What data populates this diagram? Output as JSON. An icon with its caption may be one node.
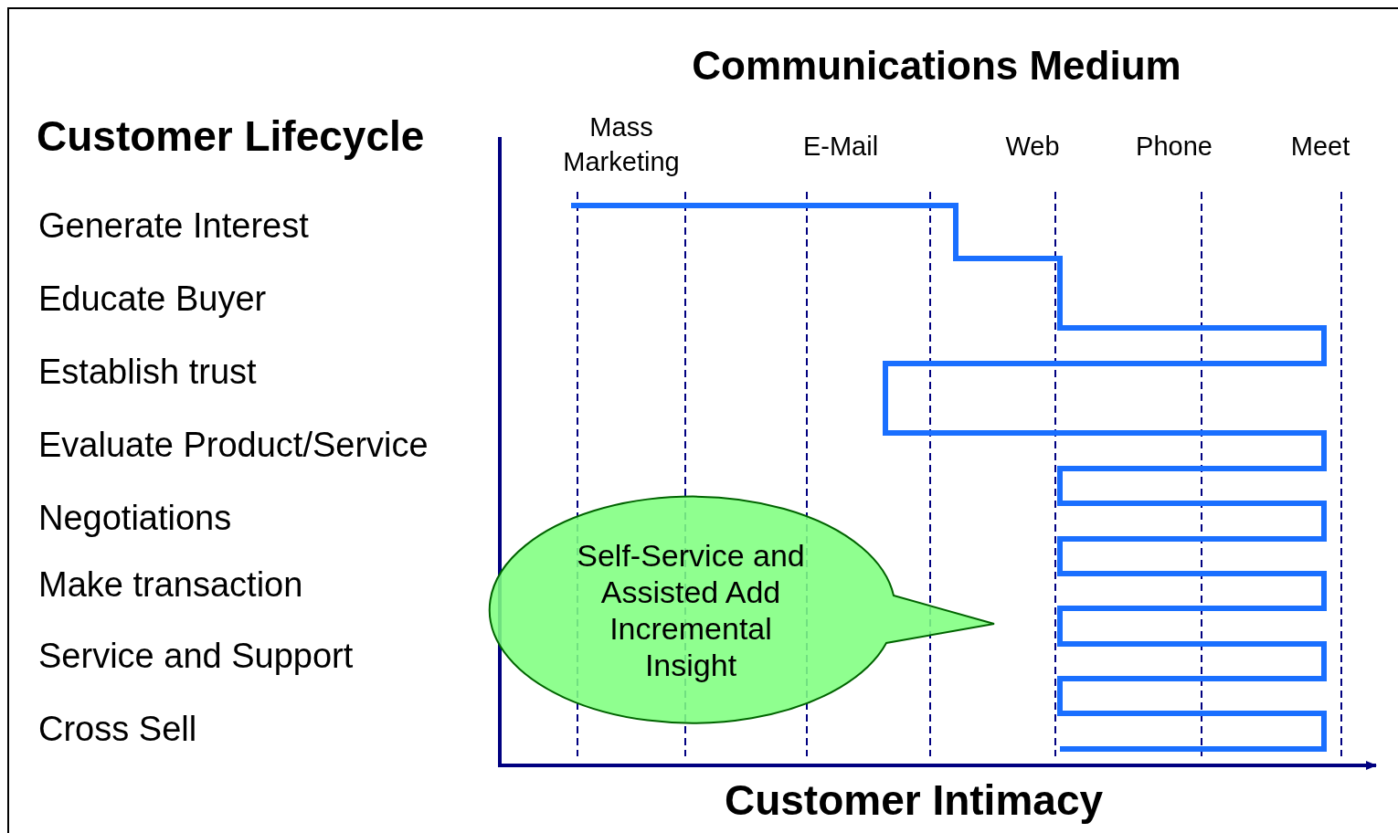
{
  "diagram": {
    "nodes": [
      {
        "text": [
          "Self-Service and Assisted Add Incremental Insight"
        ]
      }
    ],
    "labels": [
      "Communications Medium",
      "Customer Lifecycle",
      "Mass Marketing",
      "E-Mail",
      "Web",
      "Phone",
      "Meet",
      "Generate Interest",
      "Educate Buyer",
      "Establish trust",
      "Evaluate Product/Service",
      "Negotiations",
      "Make transaction",
      "Service and Support",
      "Cross Sell",
      "Customer Intimacy"
    ]
  }
}
